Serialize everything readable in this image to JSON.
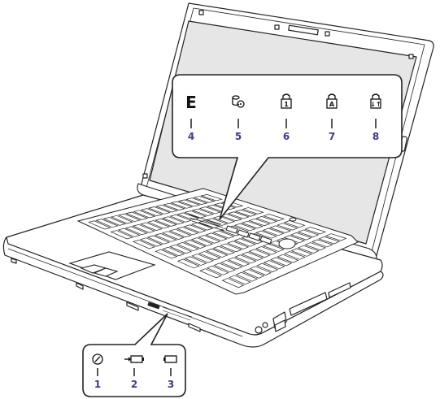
{
  "upper_callout": {
    "indicators": [
      {
        "number": "4",
        "icon": "letter-e-icon",
        "glyph": "E"
      },
      {
        "number": "5",
        "icon": "drive-access-icon"
      },
      {
        "number": "6",
        "icon": "num-lock-icon",
        "glyph": "1"
      },
      {
        "number": "7",
        "icon": "caps-lock-icon",
        "glyph": "A"
      },
      {
        "number": "8",
        "icon": "scroll-lock-icon",
        "glyph": "↓↑"
      }
    ]
  },
  "lower_callout": {
    "indicators": [
      {
        "number": "1",
        "icon": "power-icon"
      },
      {
        "number": "2",
        "icon": "battery-charging-icon"
      },
      {
        "number": "3",
        "icon": "battery-icon"
      }
    ]
  },
  "colors": {
    "line": "#222222",
    "number": "#3d3a8c",
    "screen": "#e6e6e6"
  }
}
